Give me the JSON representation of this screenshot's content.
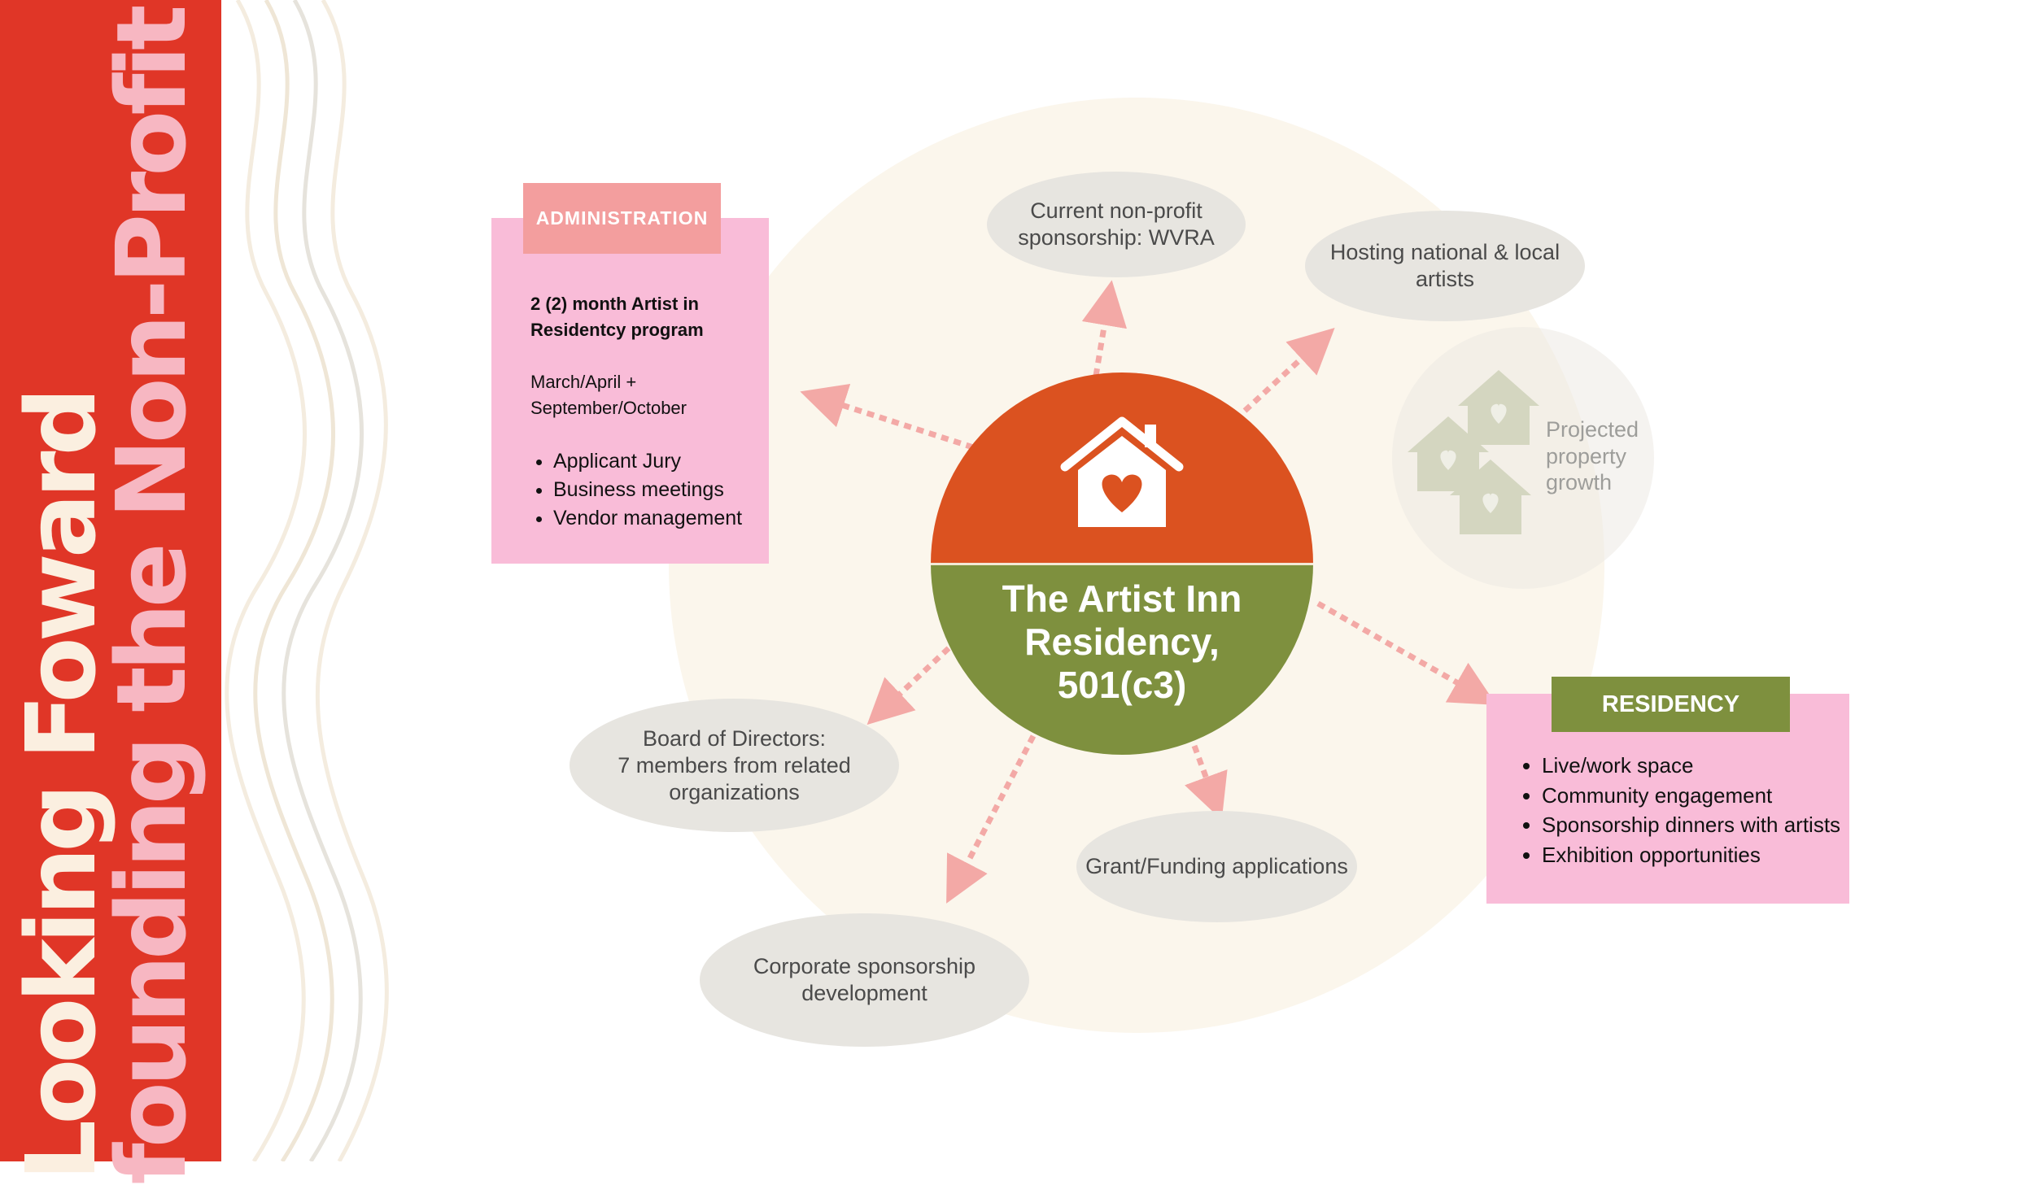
{
  "sidebar": {
    "title_line1": "Looking Foward",
    "title_line2": "founding the Non-Profit"
  },
  "center": {
    "title": "The Artist Inn\nResidency,\n501(c3)",
    "icon": "house-heart-icon"
  },
  "administration": {
    "tab_label": "ADMINISTRATION",
    "heading": "2 (2) month Artist in Residentcy program",
    "dates": "March/April +\nSeptember/October",
    "items": [
      "Applicant Jury",
      "Business meetings",
      "Vendor management"
    ]
  },
  "residency": {
    "tab_label": "RESIDENCY",
    "items": [
      "Live/work space",
      "Community engagement",
      "Sponsorship dinners with artists",
      "Exhibition opportunities"
    ]
  },
  "nodes": {
    "sponsorship": "Current non-profit\nsponsorship: WVRA",
    "hosting": "Hosting national & local\nartists",
    "projected": "Projected\nproperty\ngrowth",
    "board": "Board of Directors:\n7 members from related\norganizations",
    "grant": "Grant/Funding applications",
    "corporate": "Corporate sponsorship\ndevelopment"
  },
  "colors": {
    "band_red": "#E03627",
    "core_orange": "#DB5220",
    "core_green": "#7E903E",
    "card_pink": "#F9BCD8",
    "admin_tab": "#F39E9E",
    "arrow_pink": "#F3A9A6",
    "ellipse_gray": "#E7E5E0",
    "background_circle": "#FBF6EC"
  }
}
